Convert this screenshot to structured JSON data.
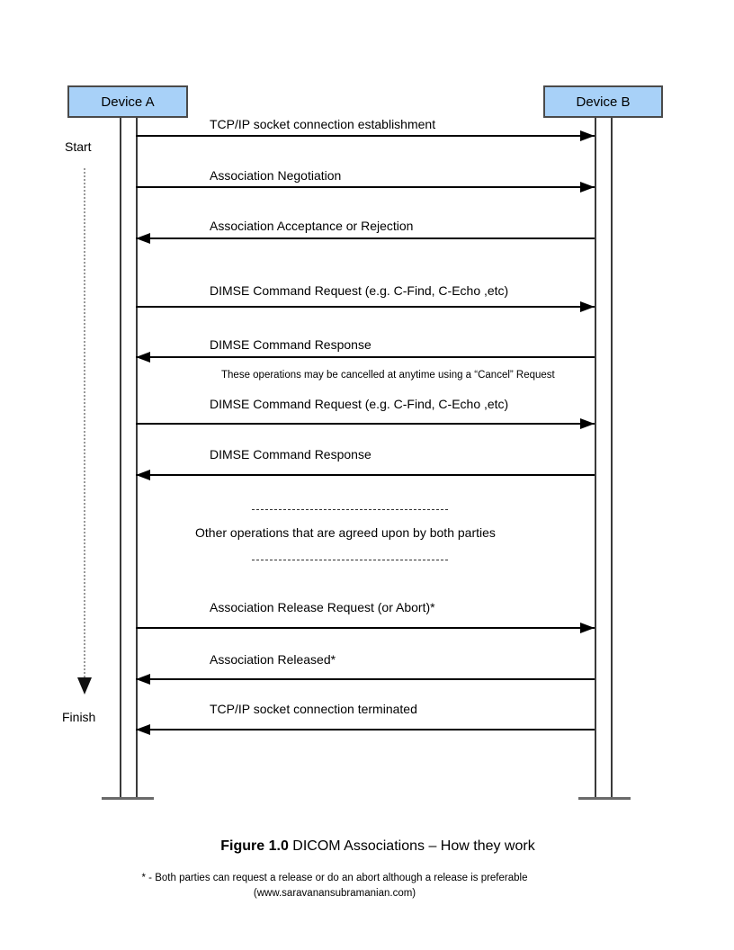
{
  "diagram": {
    "actors": [
      {
        "label": "Device A"
      },
      {
        "label": "Device B"
      }
    ],
    "timeline": {
      "start": "Start",
      "finish": "Finish"
    },
    "messages": [
      {
        "label": "TCP/IP socket connection establishment",
        "from": "Device A",
        "to": "Device B",
        "direction": "right"
      },
      {
        "label": "Association Negotiation",
        "from": "Device A",
        "to": "Device B",
        "direction": "right"
      },
      {
        "label": "Association Acceptance or Rejection",
        "from": "Device B",
        "to": "Device A",
        "direction": "left"
      },
      {
        "label": "DIMSE Command Request (e.g. C-Find, C-Echo ,etc)",
        "from": "Device A",
        "to": "Device B",
        "direction": "right"
      },
      {
        "label": "DIMSE Command Response",
        "from": "Device B",
        "to": "Device A",
        "direction": "left"
      },
      {
        "label": "DIMSE Command Request (e.g. C-Find, C-Echo ,etc)",
        "from": "Device A",
        "to": "Device B",
        "direction": "right"
      },
      {
        "label": "DIMSE Command Response",
        "from": "Device B",
        "to": "Device A",
        "direction": "left"
      },
      {
        "label": "Association Release Request (or Abort)*",
        "from": "Device A",
        "to": "Device B",
        "direction": "right"
      },
      {
        "label": "Association Released*",
        "from": "Device B",
        "to": "Device A",
        "direction": "left"
      },
      {
        "label": "TCP/IP socket connection terminated",
        "from": "Device B",
        "to": "Device A",
        "direction": "left"
      }
    ],
    "cancel_note": "These operations may be cancelled at anytime using a “Cancel” Request",
    "other_operations": "Other operations that are agreed upon by both parties",
    "caption": {
      "bold": "Figure 1.0",
      "rest": " DICOM Associations – How they work"
    },
    "footnote": {
      "line1": "* - Both parties can request a release or do an abort although a release is preferable",
      "line2": "(www.saravanansubramanian.com)"
    },
    "colors": {
      "actor_fill": "#a8d1f8",
      "actor_border": "#4a4a4a",
      "arrow": "#000000",
      "timeline_dotted": "#999999"
    }
  }
}
